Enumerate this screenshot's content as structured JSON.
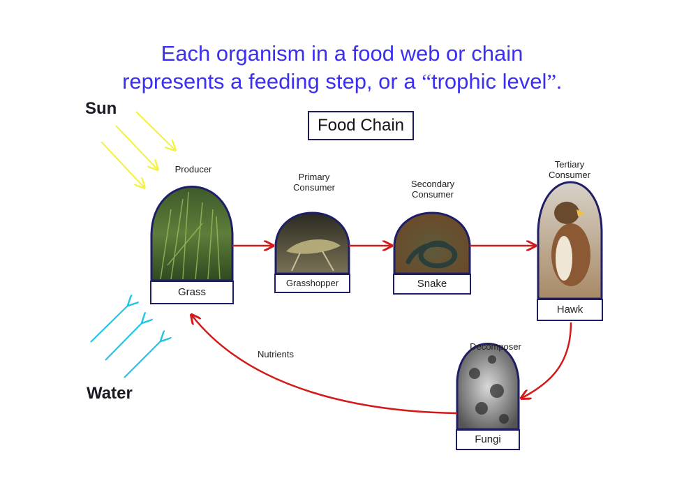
{
  "heading": {
    "line1": "Each organism in a food web or chain",
    "line2_prefix": "represents a feeding step, or a ",
    "open_quote": "“",
    "quoted": "trophic level",
    "close_quote": "”."
  },
  "diagram": {
    "title": "Food Chain",
    "sun_label": "Sun",
    "water_label": "Water",
    "nutrients_label": "Nutrients",
    "organisms": [
      {
        "role": "Producer",
        "name": "Grass"
      },
      {
        "role_line1": "Primary",
        "role_line2": "Consumer",
        "name": "Grasshopper"
      },
      {
        "role_line1": "Secondary",
        "role_line2": "Consumer",
        "name": "Snake"
      },
      {
        "role_line1": "Tertiary",
        "role_line2": "Consumer",
        "name": "Hawk"
      },
      {
        "role": "Decomposer",
        "name": "Fungi"
      }
    ],
    "colors": {
      "heading": "#3b2ff0",
      "sun_arrows": "#f2f24a",
      "water_arrows": "#1fc6e8",
      "chain_arrows": "#d11a1a",
      "frame": "#1f1f66"
    }
  }
}
